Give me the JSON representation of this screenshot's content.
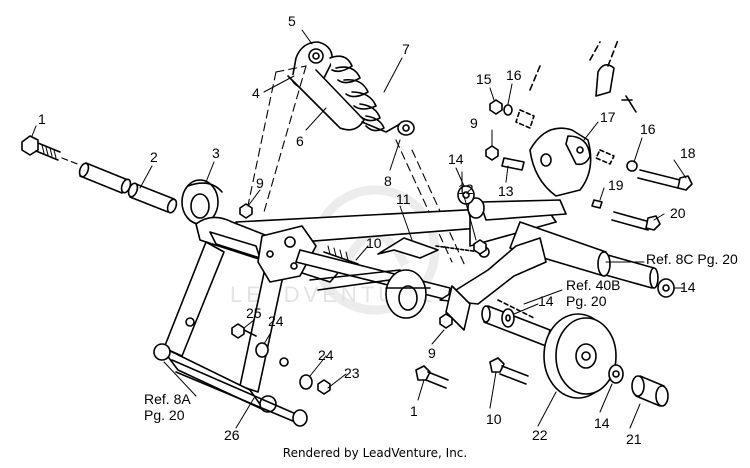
{
  "callouts": {
    "c1a": "1",
    "c1b": "1",
    "c2": "2",
    "c3": "3",
    "c4": "4",
    "c5": "5",
    "c6": "6",
    "c7": "7",
    "c8": "8",
    "c9a": "9",
    "c9b": "9",
    "c9c": "9",
    "c10a": "10",
    "c10b": "10",
    "c11": "11",
    "c12": "12",
    "c13": "13",
    "c14a": "14",
    "c14b": "14",
    "c14c": "14",
    "c14d": "14",
    "c15": "15",
    "c16a": "16",
    "c16b": "16",
    "c17": "17",
    "c18": "18",
    "c19": "19",
    "c20": "20",
    "c21": "21",
    "c22": "22",
    "c23": "23",
    "c24a": "24",
    "c24b": "24",
    "c25": "25",
    "c26": "26"
  },
  "references": {
    "ref_8c": "Ref. 8C Pg. 20",
    "ref_40b_line1": "Ref. 40B",
    "ref_40b_line2": "Pg. 20",
    "ref_8a_line1": "Ref. 8A",
    "ref_8a_line2": "Pg. 20"
  },
  "watermark": "LEADVENTURE",
  "footer": "Rendered by LeadVenture, Inc."
}
